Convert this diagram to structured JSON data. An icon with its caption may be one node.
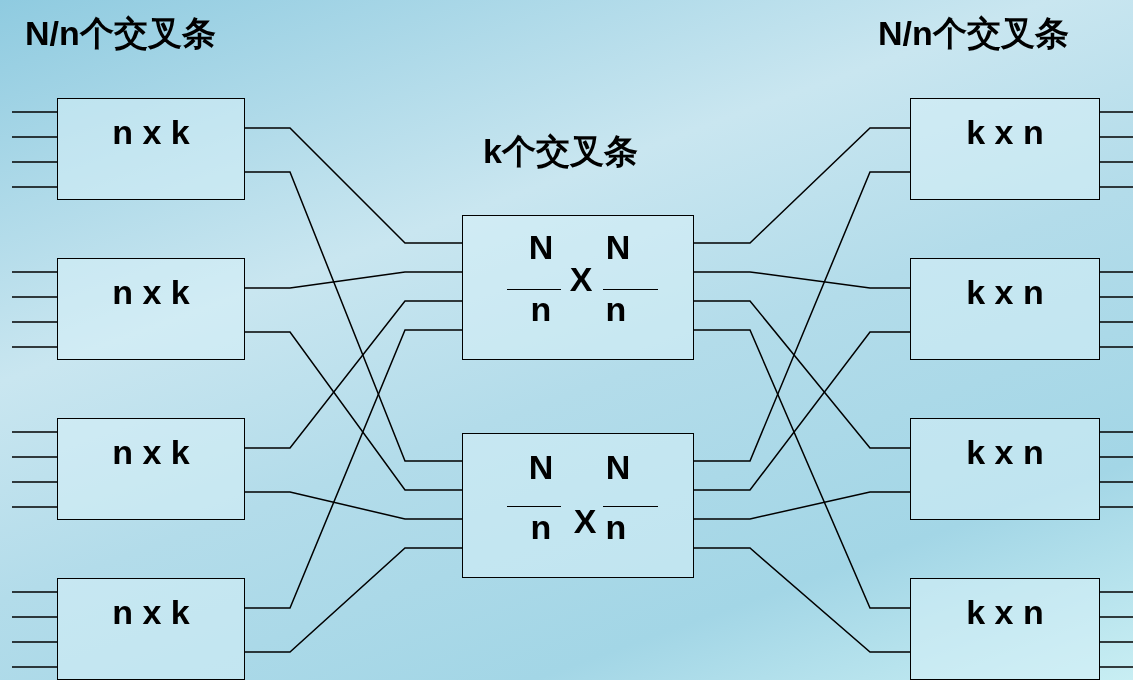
{
  "diagram": {
    "nodes": [
      {
        "text": [
          "n x k"
        ]
      },
      {
        "text": [
          "n x k"
        ]
      },
      {
        "text": [
          "n x k"
        ]
      },
      {
        "text": [
          "n x k"
        ]
      },
      {
        "text": [
          "N",
          "N",
          "X",
          "n",
          "n"
        ]
      },
      {
        "text": [
          "N",
          "N",
          "n",
          "X",
          "n"
        ]
      },
      {
        "text": [
          "k x n"
        ]
      },
      {
        "text": [
          "k x n"
        ]
      },
      {
        "text": [
          "k x n"
        ]
      },
      {
        "text": [
          "k x n"
        ]
      }
    ],
    "edges": [
      {
        "from": 0,
        "to": 4,
        "arrow": "none"
      },
      {
        "from": 0,
        "to": 5,
        "arrow": "none"
      },
      {
        "from": 1,
        "to": 4,
        "arrow": "none"
      },
      {
        "from": 1,
        "to": 5,
        "arrow": "none"
      },
      {
        "from": 2,
        "to": 4,
        "arrow": "none"
      },
      {
        "from": 2,
        "to": 5,
        "arrow": "none"
      },
      {
        "from": 3,
        "to": 4,
        "arrow": "none"
      },
      {
        "from": 3,
        "to": 5,
        "arrow": "none"
      },
      {
        "from": 4,
        "to": 6,
        "arrow": "none"
      },
      {
        "from": 4,
        "to": 7,
        "arrow": "none"
      },
      {
        "from": 4,
        "to": 8,
        "arrow": "none"
      },
      {
        "from": 4,
        "to": 9,
        "arrow": "none"
      },
      {
        "from": 5,
        "to": 6,
        "arrow": "none"
      },
      {
        "from": 5,
        "to": 7,
        "arrow": "none"
      },
      {
        "from": 5,
        "to": 8,
        "arrow": "none"
      },
      {
        "from": 5,
        "to": 9,
        "arrow": "none"
      },
      {
        "from": null,
        "to": 0,
        "arrow": "none"
      },
      {
        "from": null,
        "to": 0,
        "arrow": "none"
      },
      {
        "from": null,
        "to": 0,
        "arrow": "none"
      },
      {
        "from": null,
        "to": 0,
        "arrow": "none"
      },
      {
        "from": null,
        "to": 1,
        "arrow": "none"
      },
      {
        "from": null,
        "to": 1,
        "arrow": "none"
      },
      {
        "from": null,
        "to": 1,
        "arrow": "none"
      },
      {
        "from": null,
        "to": 1,
        "arrow": "none"
      },
      {
        "from": null,
        "to": 2,
        "arrow": "none"
      },
      {
        "from": null,
        "to": 2,
        "arrow": "none"
      },
      {
        "from": null,
        "to": 2,
        "arrow": "none"
      },
      {
        "from": null,
        "to": 2,
        "arrow": "none"
      },
      {
        "from": null,
        "to": 3,
        "arrow": "none"
      },
      {
        "from": null,
        "to": 3,
        "arrow": "none"
      },
      {
        "from": null,
        "to": 3,
        "arrow": "none"
      },
      {
        "from": null,
        "to": 3,
        "arrow": "none"
      },
      {
        "from": 6,
        "to": null,
        "arrow": "none"
      },
      {
        "from": 6,
        "to": null,
        "arrow": "none"
      },
      {
        "from": 6,
        "to": null,
        "arrow": "none"
      },
      {
        "from": 6,
        "to": null,
        "arrow": "none"
      },
      {
        "from": 7,
        "to": null,
        "arrow": "none"
      },
      {
        "from": 7,
        "to": null,
        "arrow": "none"
      },
      {
        "from": 7,
        "to": null,
        "arrow": "none"
      },
      {
        "from": 7,
        "to": null,
        "arrow": "none"
      },
      {
        "from": 8,
        "to": null,
        "arrow": "none"
      },
      {
        "from": 8,
        "to": null,
        "arrow": "none"
      },
      {
        "from": 8,
        "to": null,
        "arrow": "none"
      },
      {
        "from": 8,
        "to": null,
        "arrow": "none"
      },
      {
        "from": 9,
        "to": null,
        "arrow": "none"
      },
      {
        "from": 9,
        "to": null,
        "arrow": "none"
      },
      {
        "from": 9,
        "to": null,
        "arrow": "none"
      },
      {
        "from": 9,
        "to": null,
        "arrow": "none"
      }
    ],
    "labels": [
      "N/n个交叉条",
      "N/n个交叉条",
      "k个交叉条"
    ]
  }
}
